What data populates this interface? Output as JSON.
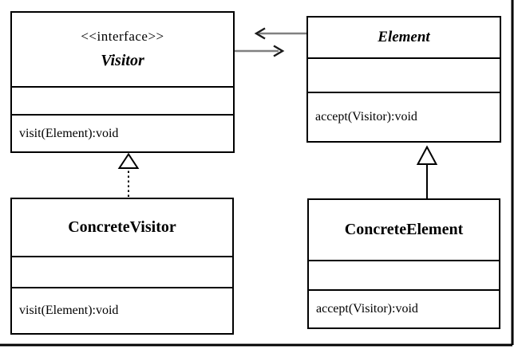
{
  "diagram": {
    "kind": "uml-class-diagram",
    "classes": {
      "visitor": {
        "stereotype": "<<interface>>",
        "name": "Visitor",
        "method": "visit(Element):void"
      },
      "element": {
        "name": "Element",
        "method": "accept(Visitor):void"
      },
      "concrete_visitor": {
        "name": "ConcreteVisitor",
        "method": "visit(Element):void"
      },
      "concrete_element": {
        "name": "ConcreteElement",
        "method": "accept(Visitor):void"
      }
    },
    "relationships": [
      {
        "type": "association",
        "from": "Element",
        "to": "Visitor",
        "arrow": "open-left",
        "style": "solid-gray"
      },
      {
        "type": "association",
        "from": "Visitor",
        "to": "Element",
        "arrow": "open-right",
        "style": "solid-gray"
      },
      {
        "type": "realization",
        "from": "ConcreteVisitor",
        "to": "Visitor",
        "arrow": "hollow-triangle-up",
        "style": "dotted"
      },
      {
        "type": "generalization",
        "from": "ConcreteElement",
        "to": "Element",
        "arrow": "hollow-triangle-up",
        "style": "solid"
      }
    ],
    "colors": {
      "background": "#ffffff",
      "box_border": "#000000",
      "box_fill": "#ffffff",
      "text": "#000000",
      "association_line": "#808080",
      "arrowhead": "#1a1a1a",
      "frame": "#000000"
    }
  }
}
